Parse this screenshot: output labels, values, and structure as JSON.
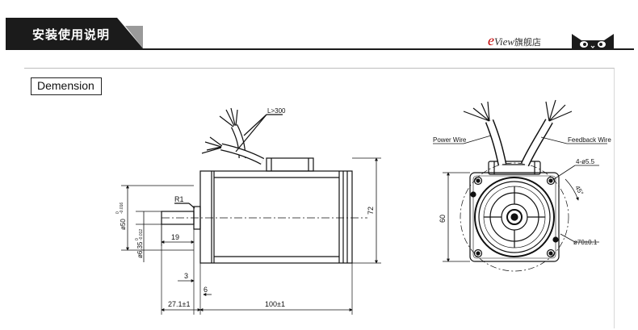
{
  "header": {
    "title": "安装使用说明",
    "brand_mark": "e",
    "brand_text": "View",
    "brand_suffix": "旗舰店",
    "mascot_icon": "tmall-cat-icon"
  },
  "drawing": {
    "section_label": "Demension",
    "side_view": {
      "lead_length": "L>300",
      "fillet": "R1",
      "shaft_diameter": "Ø50 0/-0.016",
      "shaft_diameter_main": "ø50",
      "shaft_tol_top": "0",
      "shaft_tol_bottom": "-0.016",
      "shaft_small": "ø6.35 0/-0.012",
      "shaft_small_main": "ø6.35",
      "shaft_small_tol_top": "0",
      "shaft_small_tol_bottom": "-0.012",
      "key_length": "19",
      "flange_offset": "3",
      "flange_thickness": "6",
      "shaft_length": "27.1±1",
      "body_length": "100±1",
      "body_height": "72"
    },
    "front_view": {
      "power_wire": "Power Wire",
      "feedback_wire": "Feedback Wire",
      "mount_holes": "4-ø5.5",
      "square_size": "60",
      "angle": "45°",
      "pcd": "ø70±0.1"
    }
  }
}
